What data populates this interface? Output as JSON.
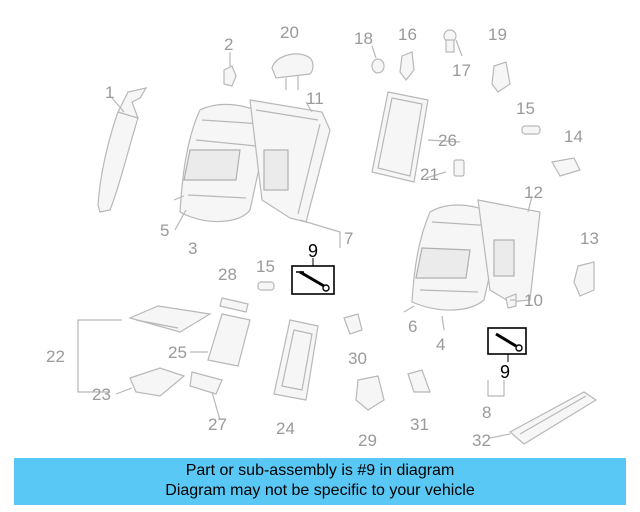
{
  "callouts": {
    "n1": "1",
    "n2": "2",
    "n3": "3",
    "n4": "4",
    "n5": "5",
    "n6": "6",
    "n7": "7",
    "n8": "8",
    "n9a": "9",
    "n9b": "9",
    "n10": "10",
    "n11": "11",
    "n12": "12",
    "n13": "13",
    "n14": "14",
    "n15a": "15",
    "n15b": "15",
    "n16": "16",
    "n17": "17",
    "n18": "18",
    "n19": "19",
    "n20": "20",
    "n21": "21",
    "n22": "22",
    "n23": "23",
    "n24": "24",
    "n25": "25",
    "n26": "26",
    "n27": "27",
    "n28": "28",
    "n29": "29",
    "n30": "30",
    "n31": "31",
    "n32": "32"
  },
  "banner": {
    "line1": "Part or sub-assembly is #9 in diagram",
    "line2": "Diagram may not be specific to your vehicle",
    "color": "#5ac8f5"
  }
}
